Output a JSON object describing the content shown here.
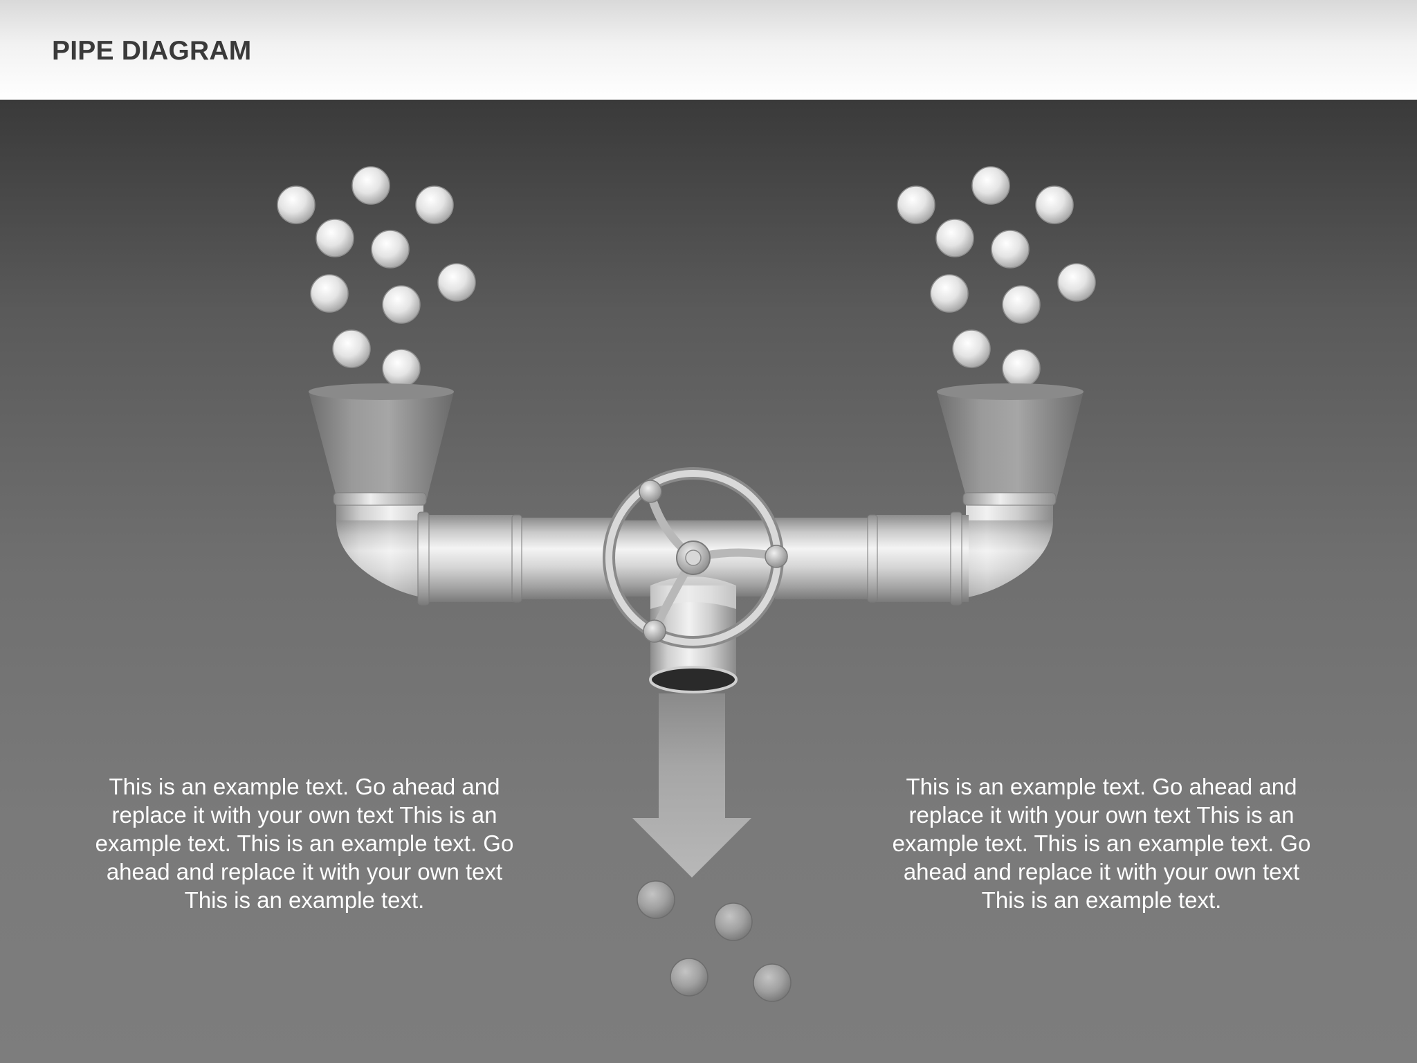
{
  "title": "PIPE DIAGRAM",
  "captions": {
    "left": "This is an example text. Go ahead and replace it with your own text This is an example text. This is an example text. Go ahead and replace it with your own text This is an example text.",
    "right": "This is an example text. Go ahead and replace it with your own text This is an example text. This is an example text. Go ahead and replace it with your own text This is an example text."
  },
  "colors": {
    "header": "#f2f2f2",
    "background": "#7a7a7a",
    "title": "#3a3a3a",
    "ball_light": "#e6e6e6",
    "ball_dark": "#9a9a9a",
    "pipe": "#c8c8c8",
    "arrow": "#a8a8a8"
  },
  "icons": {
    "inlet_left": "funnel-icon",
    "inlet_right": "funnel-icon",
    "valve": "valve-wheel-icon",
    "flow": "down-arrow-icon"
  }
}
